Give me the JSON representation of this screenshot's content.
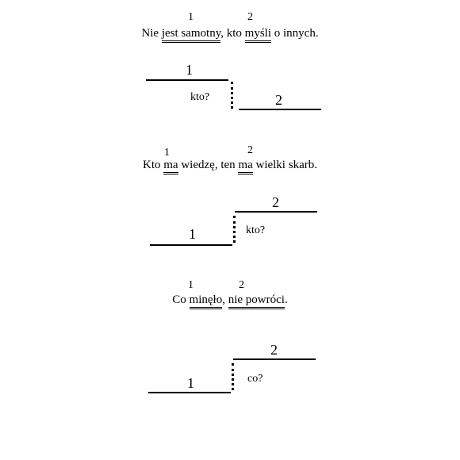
{
  "examples": [
    {
      "sentence": {
        "pre": "Nie ",
        "clause1": "jest samotny",
        "mid": ", kto ",
        "clause2": "myśli",
        "post": " o innych."
      },
      "marker1": "1",
      "marker2": "2",
      "question": "kto?",
      "line1_label": "1",
      "line2_label": "2"
    },
    {
      "sentence": {
        "pre": "Kto ",
        "clause1": "ma",
        "mid": " wiedzę, ten ",
        "clause2": "ma",
        "post": " wielki skarb."
      },
      "marker1": "1",
      "marker2": "2",
      "question": "kto?",
      "line1_label": "1",
      "line2_label": "2"
    },
    {
      "sentence": {
        "pre": "Co ",
        "clause1": "minęło",
        "mid": ", ",
        "clause2": "nie powróci",
        "post": "."
      },
      "marker1": "1",
      "marker2": "2",
      "question": "co?",
      "line1_label": "1",
      "line2_label": "2"
    }
  ]
}
